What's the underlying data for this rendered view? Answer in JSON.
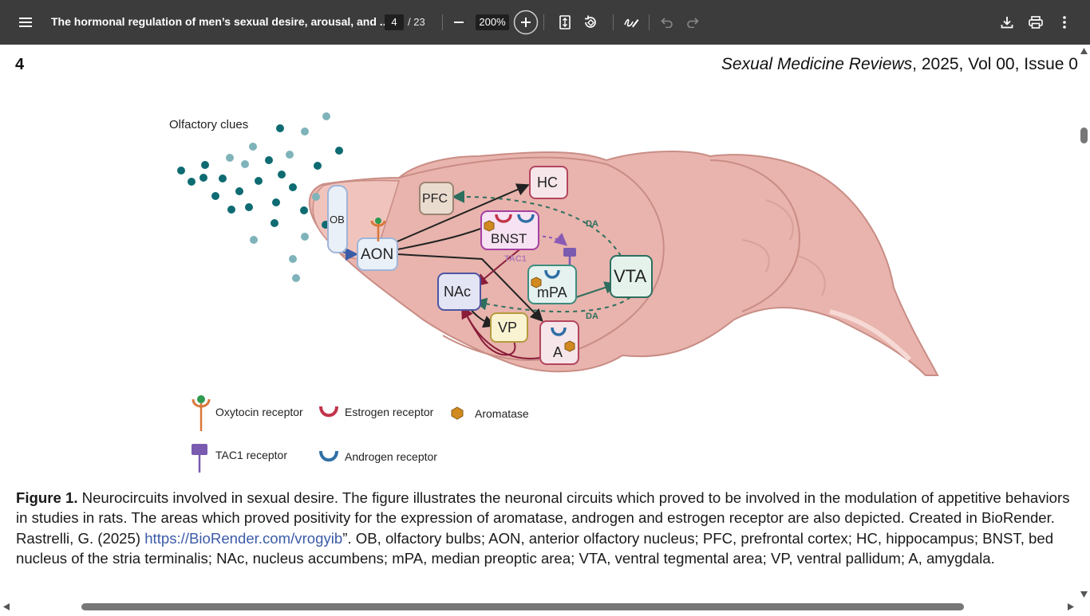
{
  "toolbar": {
    "menu_icon": "hamburger-menu-icon",
    "title": "The hormonal regulation of men’s sexual desire, arousal, and ...",
    "page_current": "4",
    "page_total": "/ 23",
    "zoom": "200%",
    "icons": [
      "zoom-out-icon",
      "zoom-in-icon",
      "fit-page-icon",
      "rotate-icon",
      "annotate-icon",
      "undo-icon",
      "redo-icon",
      "download-icon",
      "print-icon",
      "more-options-icon"
    ]
  },
  "page": {
    "number": "4",
    "journal": "Sexual Medicine Reviews",
    "journal_rest": ", 2025, Vol 00, Issue 0"
  },
  "figure": {
    "olfactory": "Olfactory clues",
    "regions": {
      "ob": "OB",
      "aon": "AON",
      "pfc": "PFC",
      "hc": "HC",
      "bnst": "BNST",
      "nac": "NAc",
      "mpa": "mPA",
      "vta": "VTA",
      "vp": "VP",
      "a": "A"
    },
    "pathway_labels": {
      "tac1": "TAC1",
      "da_top": "DA",
      "da_bottom": "DA"
    },
    "legend": {
      "oxytocin": "Oxytocin receptor",
      "estrogen": "Estrogen receptor",
      "aromatase": "Aromatase",
      "tac1": "TAC1 receptor",
      "androgen": "Androgen receptor"
    },
    "colors": {
      "brain": "#e8b4ad",
      "nuclei_dark": "#0e6b72",
      "nuclei_light": "#7fb3ba",
      "estrogen": "#c2344a",
      "androgen": "#2f6fa6",
      "aromatase": "#d08a20",
      "tac1": "#7a5bb0",
      "oxytocin": "#d9783a"
    }
  },
  "caption": {
    "label": "Figure 1.",
    "text_1": " Neurocircuits involved in sexual desire. The figure illustrates the neuronal circuits which proved to be involved in the modulation of appetitive behaviors in studies in rats. The areas which proved positivity for the expression of aromatase, androgen and estrogen receptor are also depicted. Created in BioRender. Rastrelli, G. (2025) ",
    "link": "https://BioRender.com/vrogyib",
    "text_2": "”. OB, olfactory bulbs; AON, anterior olfactory nucleus; PFC, prefrontal cortex; HC, hippocampus; BNST, bed nucleus of the stria terminalis; NAc, nucleus accumbens; mPA, median preoptic area; VTA, ventral tegmental area; VP, ventral pallidum; A, amygdala."
  }
}
